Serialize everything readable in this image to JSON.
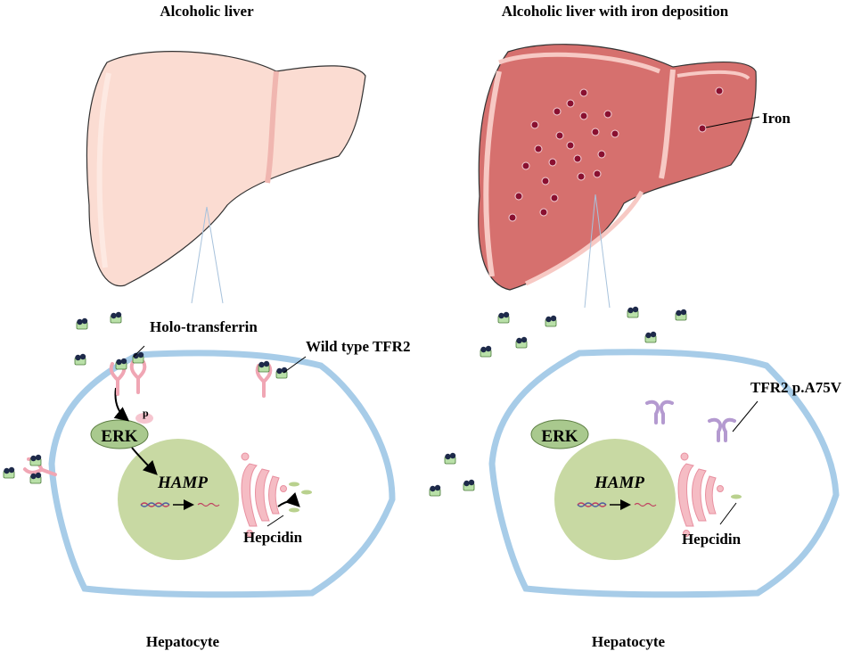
{
  "left_panel": {
    "title": "Alcoholic liver",
    "holo_label": "Holo-transferrin",
    "tfr2_label": "Wild type TFR2",
    "erk_label": "ERK",
    "p_label": "p",
    "hamp_label": "HAMP",
    "hepcidin_label": "Hepcidin",
    "cell_label": "Hepatocyte"
  },
  "right_panel": {
    "title": "Alcoholic liver with iron deposition",
    "iron_label": "Iron",
    "tfr2_label": "TFR2 p.A75V",
    "erk_label": "ERK",
    "hamp_label": "HAMP",
    "hepcidin_label": "Hepcidin",
    "cell_label": "Hepatocyte"
  },
  "colors": {
    "normal_liver": "#fbdcd2",
    "iron_liver": "#d6706e",
    "iron_dot": "#8a1030",
    "cell_membrane": "#a7cce8",
    "nucleus": "#c8d9a3",
    "erk": "#a9c98e",
    "wild_type_receptor": "#f0a6b4",
    "mutant_receptor": "#b49ad0",
    "golgi": "#f5bcc4",
    "transferrin_box": "#b9e0a8"
  }
}
